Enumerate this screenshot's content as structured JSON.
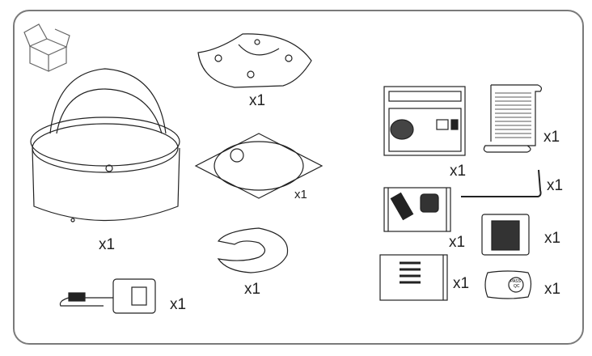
{
  "title": "Package contents",
  "items": [
    {
      "name": "camera",
      "qty": "x1"
    },
    {
      "name": "mounting-bracket",
      "qty": "x1"
    },
    {
      "name": "drill-template",
      "qty": "x1"
    },
    {
      "name": "sealing-ring",
      "qty": "x1"
    },
    {
      "name": "power-adapter",
      "qty": "x1"
    },
    {
      "name": "quick-start-guide",
      "qty": "x1"
    },
    {
      "name": "warranty-document",
      "qty": "x1"
    },
    {
      "name": "waterproof-connector-bag",
      "qty": "x1"
    },
    {
      "name": "hex-key",
      "qty": "x1"
    },
    {
      "name": "qr-code-card",
      "qty": "x1"
    },
    {
      "name": "screw-bag",
      "qty": "x1"
    },
    {
      "name": "qc-pass-label",
      "qty": "x1"
    }
  ],
  "pass_label": "PASS",
  "pass_sub": "QC",
  "colors": {
    "frame": "#7a7a7a",
    "line": "#222222"
  }
}
